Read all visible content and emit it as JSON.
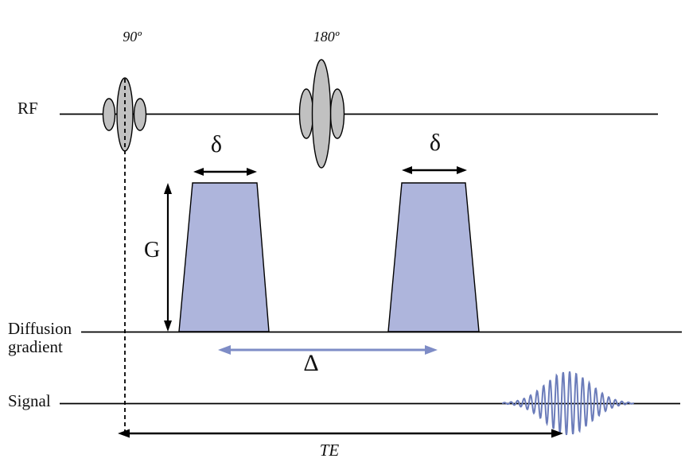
{
  "figure_type": "pulse-sequence-diagram",
  "rows": {
    "rf_label": "RF",
    "diffusion_label_line1": "Diffusion",
    "diffusion_label_line2": "gradient",
    "signal_label": "Signal"
  },
  "annotations": {
    "excitation_pulse_angle": "90º",
    "refocusing_pulse_angle": "180º",
    "gradient_duration_1": "δ",
    "gradient_duration_2": "δ",
    "gradient_amplitude": "G",
    "gradient_separation": "Δ",
    "echo_time": "TE"
  },
  "colors": {
    "background": "#ffffff",
    "line": "#000000",
    "pulse_fill": "#c1c1c1",
    "gradient_fill": "#aeb5dc",
    "separation_arrow": "#7e8cc6",
    "echo_wave": "#6b7cba",
    "text": "#111111"
  }
}
